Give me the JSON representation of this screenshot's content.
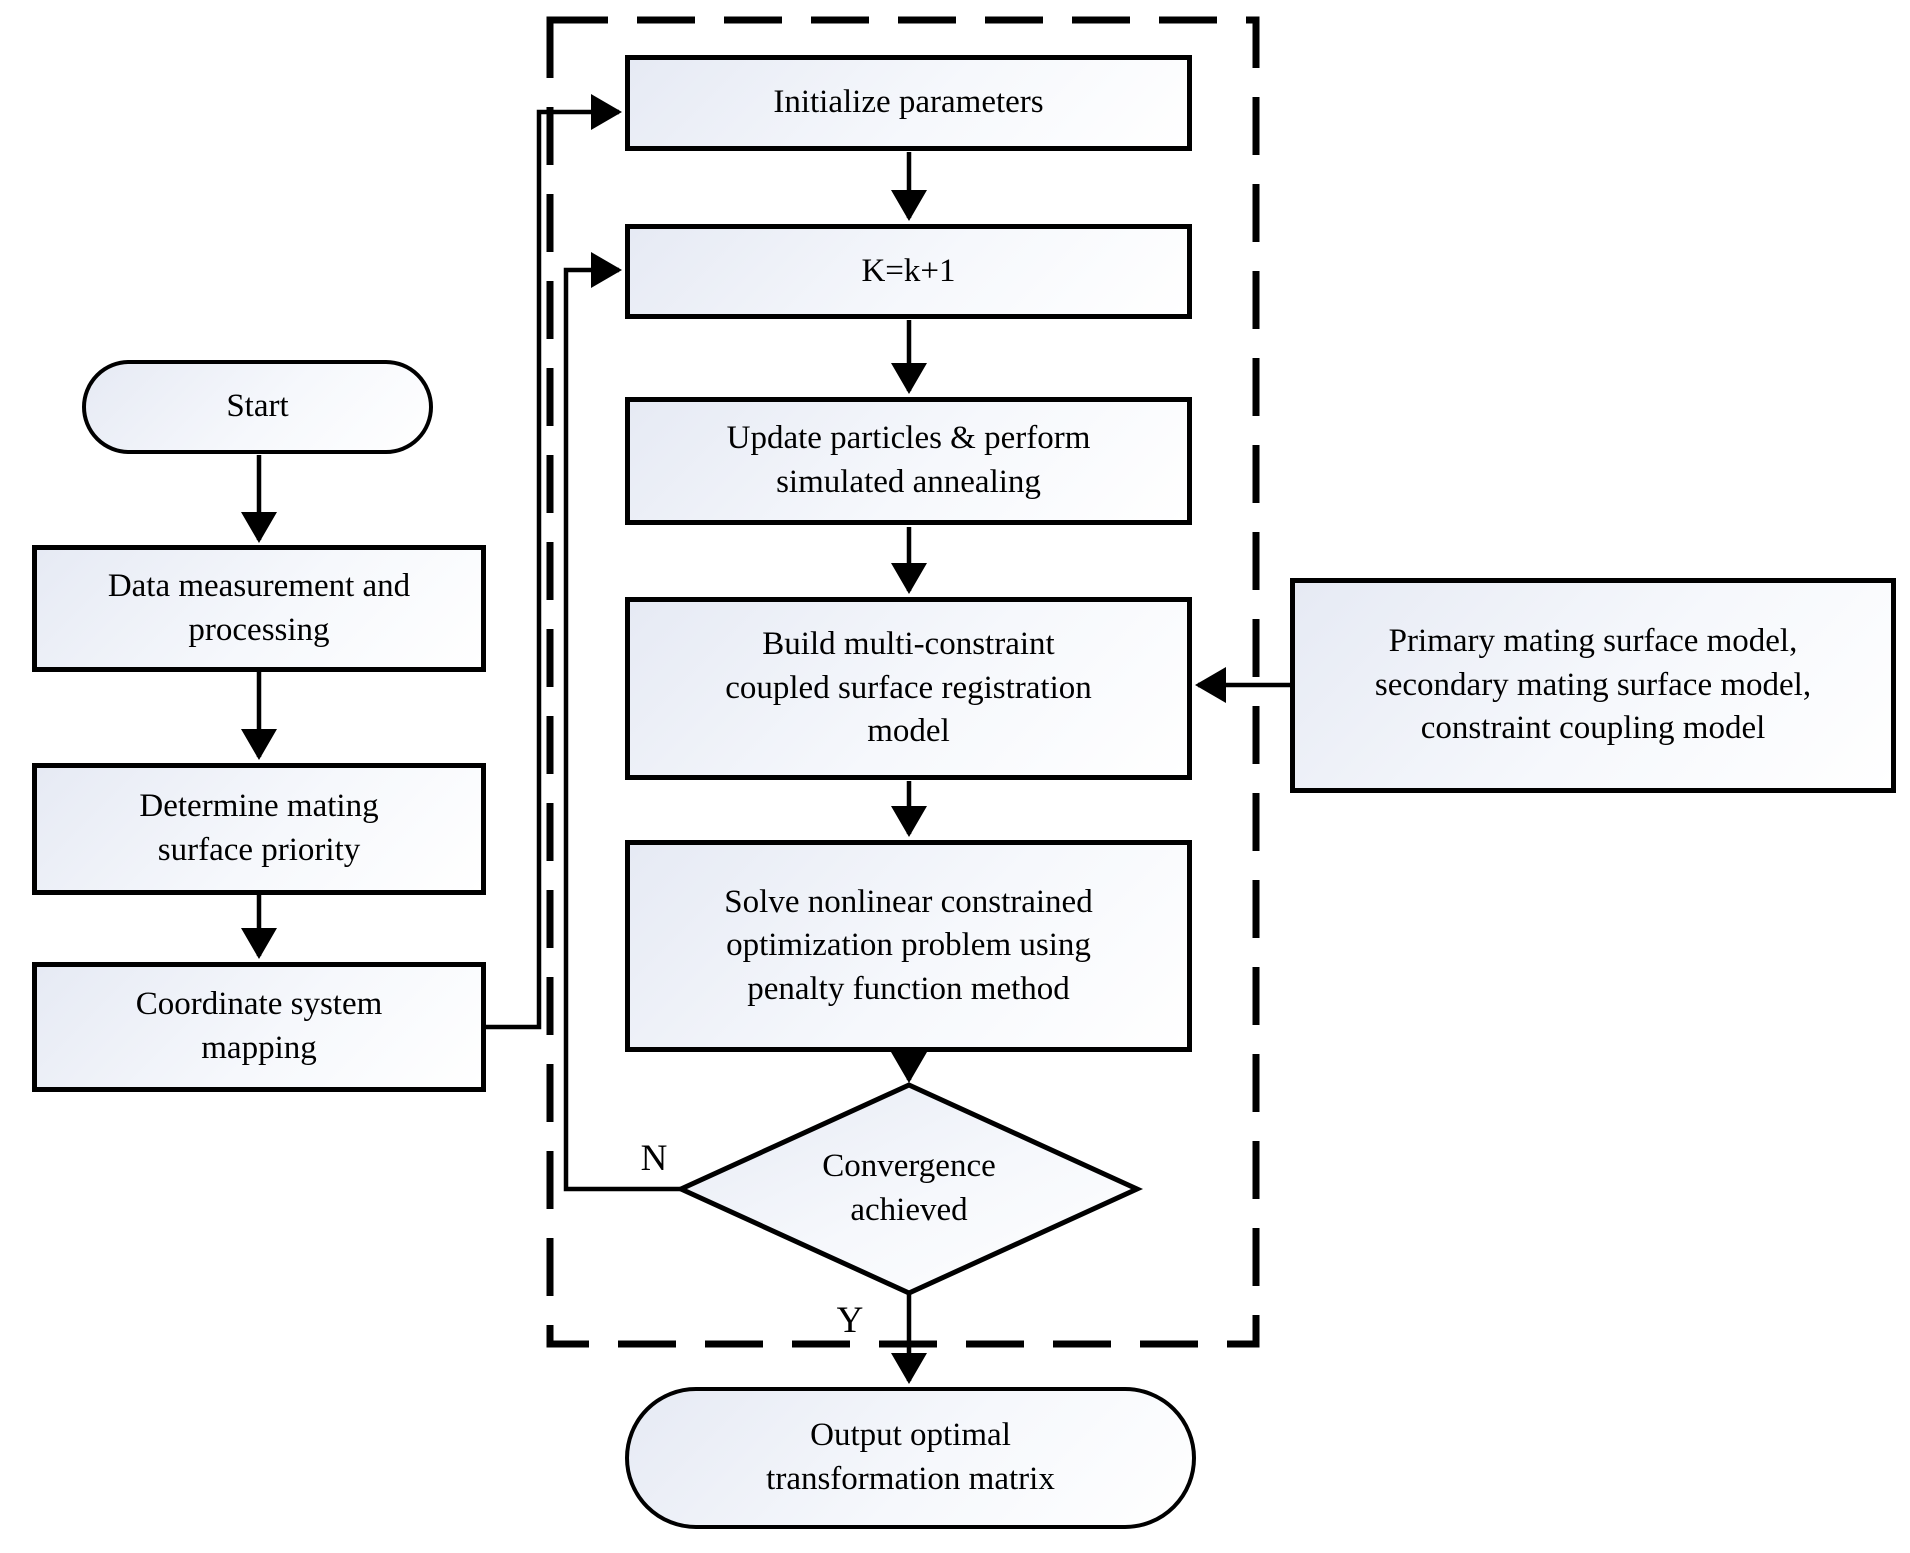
{
  "nodes": {
    "start": {
      "label": "Start"
    },
    "data_measurement": {
      "lines": [
        "Data measurement and",
        "processing"
      ]
    },
    "determine_priority": {
      "lines": [
        "Determine mating",
        "surface priority"
      ]
    },
    "coordinate_mapping": {
      "lines": [
        "Coordinate system",
        "mapping"
      ]
    },
    "initialize": {
      "label": "Initialize parameters"
    },
    "iteration": {
      "label": "K=k+1"
    },
    "update_particles": {
      "lines": [
        "Update particles & perform",
        "simulated annealing"
      ]
    },
    "build_model": {
      "lines": [
        "Build multi-constraint",
        "coupled surface registration",
        "model"
      ]
    },
    "solve_problem": {
      "lines": [
        "Solve nonlinear constrained",
        "optimization problem using",
        "penalty function method"
      ]
    },
    "convergence_decision": {
      "lines": [
        "Convergence",
        "achieved"
      ]
    },
    "surface_models": {
      "lines": [
        "Primary mating surface model,",
        "secondary mating surface model,",
        "constraint coupling model"
      ]
    },
    "output": {
      "lines": [
        "Output optimal",
        "transformation matrix"
      ]
    }
  },
  "branch_labels": {
    "no": "N",
    "yes": "Y"
  },
  "colors": {
    "stroke": "#000000",
    "box_fill_top": "#e6eaf4",
    "box_fill_bottom": "#ffffff"
  }
}
